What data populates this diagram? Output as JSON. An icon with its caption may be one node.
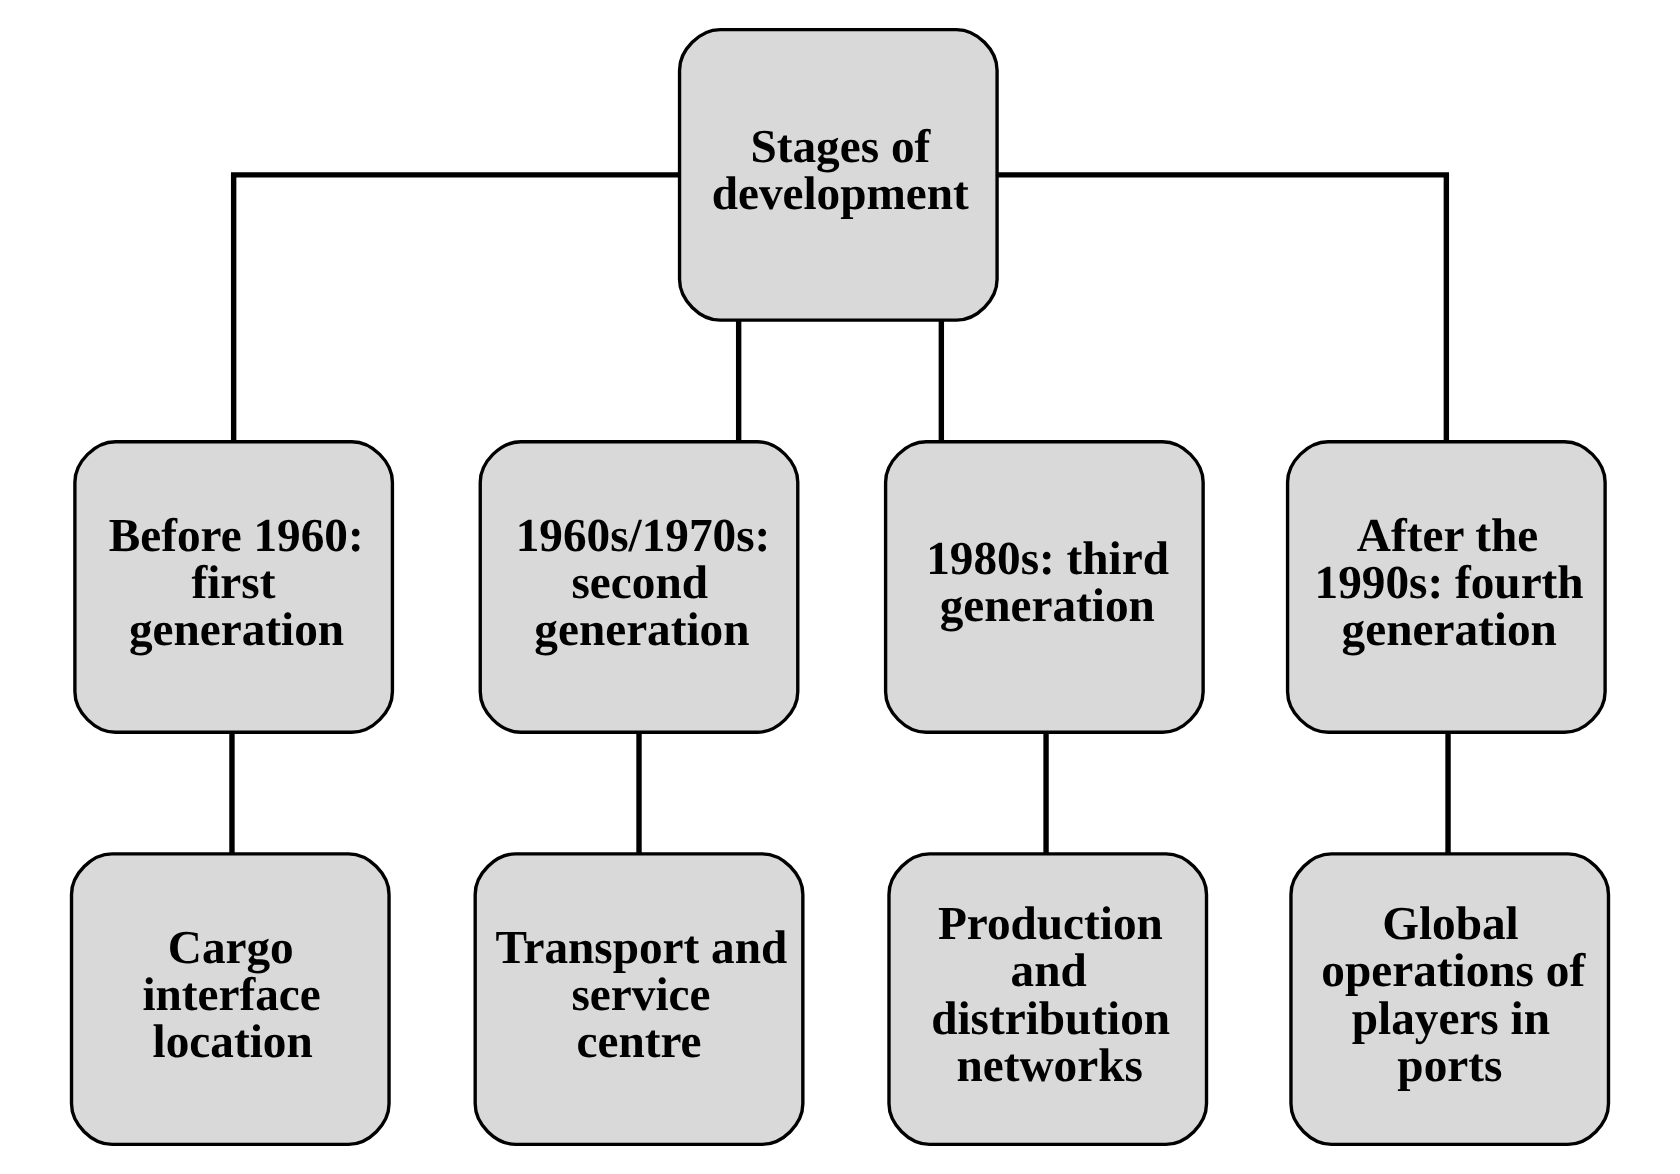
{
  "diagram": {
    "nodes": [
      {
        "text": [
          "Stages of development"
        ]
      },
      {
        "text": [
          "Before 1960: first generation"
        ]
      },
      {
        "text": [
          "1960s/1970s: second generation"
        ]
      },
      {
        "text": [
          "1980s: third generation"
        ]
      },
      {
        "text": [
          "After the 1990s: fourth generation"
        ]
      },
      {
        "text": [
          "Cargo interface location"
        ]
      },
      {
        "text": [
          "Transport and service centre"
        ]
      },
      {
        "text": [
          "Production and distribution networks"
        ]
      },
      {
        "text": [
          "Global operations of players in ports"
        ]
      }
    ],
    "edges": [
      {
        "from": 0,
        "to": 1,
        "arrow": "none"
      },
      {
        "from": 0,
        "to": 2,
        "arrow": "none"
      },
      {
        "from": 0,
        "to": 3,
        "arrow": "none"
      },
      {
        "from": 0,
        "to": 4,
        "arrow": "none"
      },
      {
        "from": 1,
        "to": 5,
        "arrow": "none"
      },
      {
        "from": 2,
        "to": 6,
        "arrow": "none"
      },
      {
        "from": 3,
        "to": 7,
        "arrow": "none"
      },
      {
        "from": 4,
        "to": 8,
        "arrow": "none"
      }
    ]
  }
}
